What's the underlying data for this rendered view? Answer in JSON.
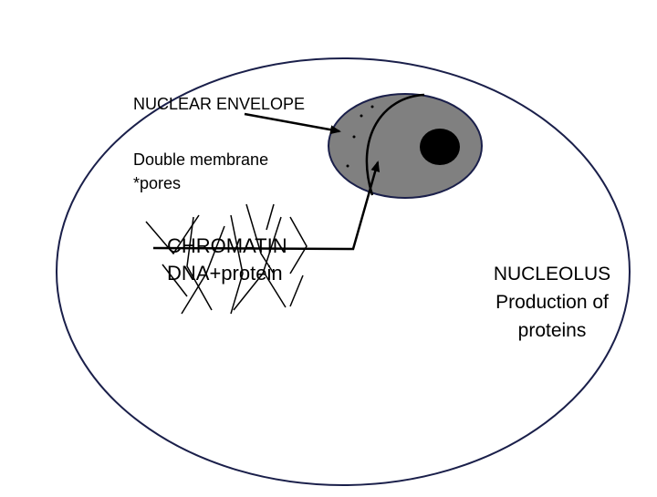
{
  "diagram": {
    "nuclear_envelope": {
      "title": "NUCLEAR ENVELOPE",
      "detail_line1": "Double membrane",
      "detail_line2": "*pores"
    },
    "chromatin": {
      "title": "CHROMATIN",
      "detail": "DNA+protein"
    },
    "nucleolus": {
      "title": "NUCLEOLUS",
      "detail_line1": "Production of",
      "detail_line2": "proteins"
    },
    "colors": {
      "outline": "#1a1f4a",
      "nucleus_fill": "#808080",
      "nucleolus_fill": "#000000",
      "arrow": "#000000"
    }
  }
}
